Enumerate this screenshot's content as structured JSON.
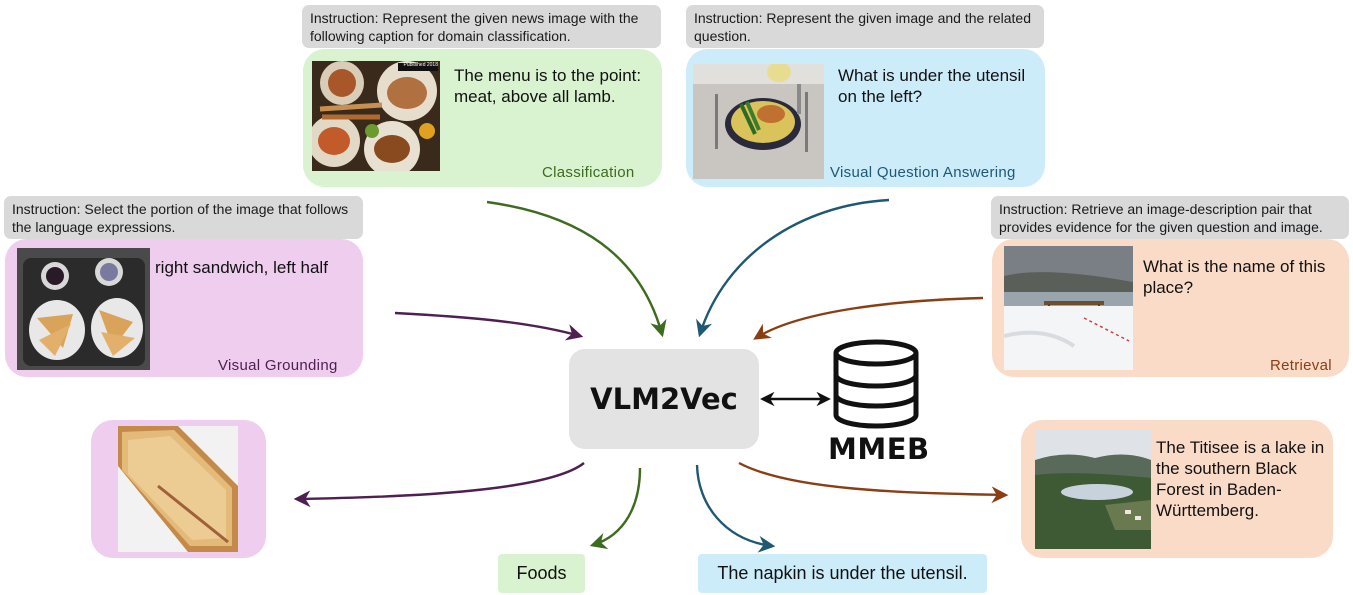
{
  "classification": {
    "instruction": "Instruction: Represent the given news image with the following caption for domain classification.",
    "query": "The menu is to the point: meat, above all lamb.",
    "task_label": "Classification",
    "image_overlay_text": "Published 2018",
    "color": "#d9f2d0"
  },
  "vqa": {
    "instruction": "Instruction: Represent the given image and the related question.",
    "query": "What is under the utensil on the left?",
    "task_label": "Visual Question Answering",
    "color": "#ccecfa"
  },
  "grounding": {
    "instruction": "Instruction: Select the portion of the image that follows the language expressions.",
    "query": "right sandwich, left half",
    "task_label": "Visual Grounding",
    "color": "#eecdee"
  },
  "retrieval": {
    "instruction": "Instruction: Retrieve an image-description pair that provides evidence for the given question and image.",
    "query": "What is the name of this place?",
    "task_label": "Retrieval",
    "color": "#fadbc8"
  },
  "model": {
    "name": "VLM2Vec"
  },
  "benchmark": {
    "name": "MMEB",
    "icon": "database-icon"
  },
  "outputs": {
    "classification": "Foods",
    "vqa": "The napkin is under the utensil.",
    "retrieval": "The Titisee is a lake in the southern Black Forest in Baden-Württemberg."
  },
  "colors": {
    "classification_arrow": "#3d6b1f",
    "vqa_arrow": "#1f5873",
    "grounding_arrow": "#4f1e52",
    "retrieval_arrow": "#8a3e14"
  }
}
